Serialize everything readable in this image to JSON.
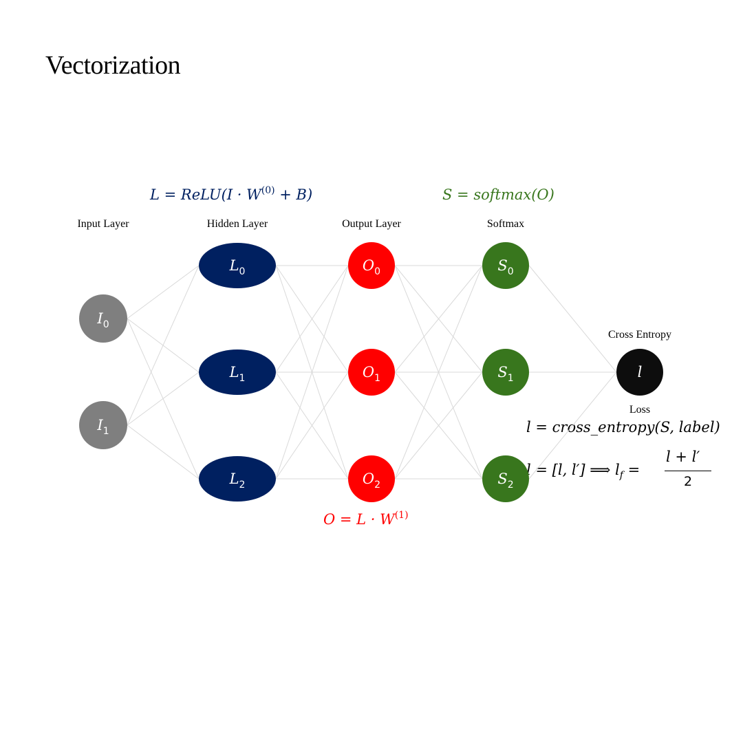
{
  "title": "Vectorization",
  "colors": {
    "input": "#7f7f7f",
    "hidden": "#002060",
    "output": "#ff0000",
    "softmax": "#38761d",
    "loss": "#0d0d0d",
    "edge": "#d9d9d9"
  },
  "layer_labels": {
    "input": "Input Layer",
    "hidden": "Hidden Layer",
    "output": "Output Layer",
    "softmax": "Softmax",
    "cross_entropy": "Cross Entropy",
    "loss": "Loss"
  },
  "formulas": {
    "hidden": {
      "before": "L = ReLU(I · W",
      "sup": "(0)",
      "after": " + B)"
    },
    "output": {
      "before": "O = L · W",
      "sup": "(1)"
    },
    "softmax": "S = softmax(O)",
    "loss": "l = cross_entropy(S, label)",
    "average_lhs": "l = [l, l′]  ⟹  l",
    "average_lhs_sub": "f",
    "average_eq": "=",
    "average_num": "l + l′",
    "average_den": "2"
  },
  "nodes": {
    "input": [
      {
        "symbol": "I",
        "sub": "0"
      },
      {
        "symbol": "I",
        "sub": "1"
      }
    ],
    "hidden": [
      {
        "symbol": "L",
        "sub": "0"
      },
      {
        "symbol": "L",
        "sub": "1"
      },
      {
        "symbol": "L",
        "sub": "2"
      }
    ],
    "output": [
      {
        "symbol": "O",
        "sub": "0"
      },
      {
        "symbol": "O",
        "sub": "1"
      },
      {
        "symbol": "O",
        "sub": "2"
      }
    ],
    "softmax": [
      {
        "symbol": "S",
        "sub": "0"
      },
      {
        "symbol": "S",
        "sub": "1"
      },
      {
        "symbol": "S",
        "sub": "2"
      }
    ],
    "loss": [
      {
        "symbol": "l",
        "sub": ""
      }
    ]
  }
}
